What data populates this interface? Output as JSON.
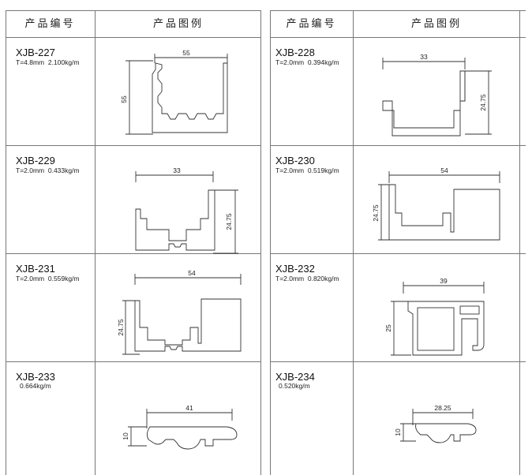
{
  "table": {
    "header_code": "产品编号",
    "header_image": "产品图例"
  },
  "left_rows": [
    {
      "code": "XJB-227",
      "spec": "T=4.8mm  2.100kg/m",
      "dims": [
        "55",
        "55"
      ]
    },
    {
      "code": "XJB-229",
      "spec": "T=2.0mm  0.433kg/m",
      "dims": [
        "33",
        "24.75"
      ]
    },
    {
      "code": "XJB-231",
      "spec": "T=2.0mm  0.559kg/m",
      "dims": [
        "54",
        "24.75"
      ]
    },
    {
      "code": "XJB-233",
      "spec": "0.664kg/m",
      "dims": [
        "41",
        "10"
      ]
    }
  ],
  "right_rows": [
    {
      "code": "XJB-228",
      "spec": "T=2.0mm  0.394kg/m",
      "dims": [
        "33",
        "24.75"
      ]
    },
    {
      "code": "XJB-230",
      "spec": "T=2.0mm  0.519kg/m",
      "dims": [
        "54",
        "24.75"
      ]
    },
    {
      "code": "XJB-232",
      "spec": "T=2.0mm  0.820kg/m",
      "dims": [
        "39",
        "25"
      ]
    },
    {
      "code": "XJB-234",
      "spec": "0.520kg/m",
      "dims": [
        "28.25",
        "10"
      ]
    }
  ]
}
